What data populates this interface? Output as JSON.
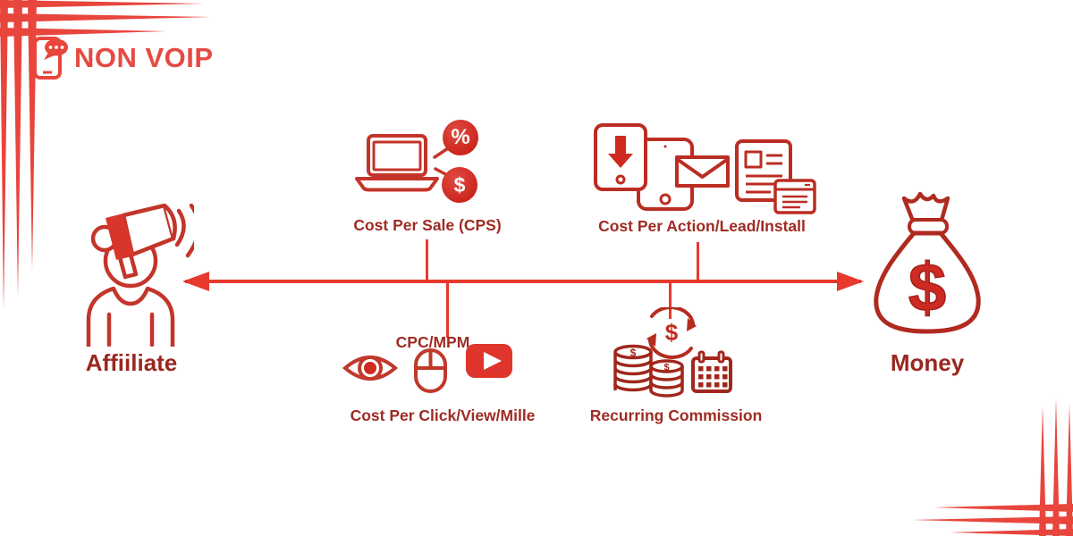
{
  "brand": {
    "name": "NON VOIP"
  },
  "nodes": {
    "affiliate": {
      "label": "Affiiliate"
    },
    "money": {
      "label": "Money"
    }
  },
  "branches": {
    "cps": {
      "label": "Cost Per Sale (CPS)"
    },
    "cpa": {
      "label": "Cost Per Action/Lead/Install"
    },
    "cpc": {
      "sub_label": "CPC/MPM",
      "label": "Cost Per Click/View/Mille"
    },
    "recurring": {
      "label": "Recurring Commission"
    }
  },
  "symbols": {
    "percent": "%",
    "dollar": "$"
  },
  "colors": {
    "brand_red": "#e8453c",
    "line_red": "#e8392e",
    "icon_red": "#c0392b",
    "deep_red": "#a1271c",
    "text_dark_red": "#9e2b23",
    "badge_red": "#cb241c",
    "youtube_red": "#df352c"
  }
}
